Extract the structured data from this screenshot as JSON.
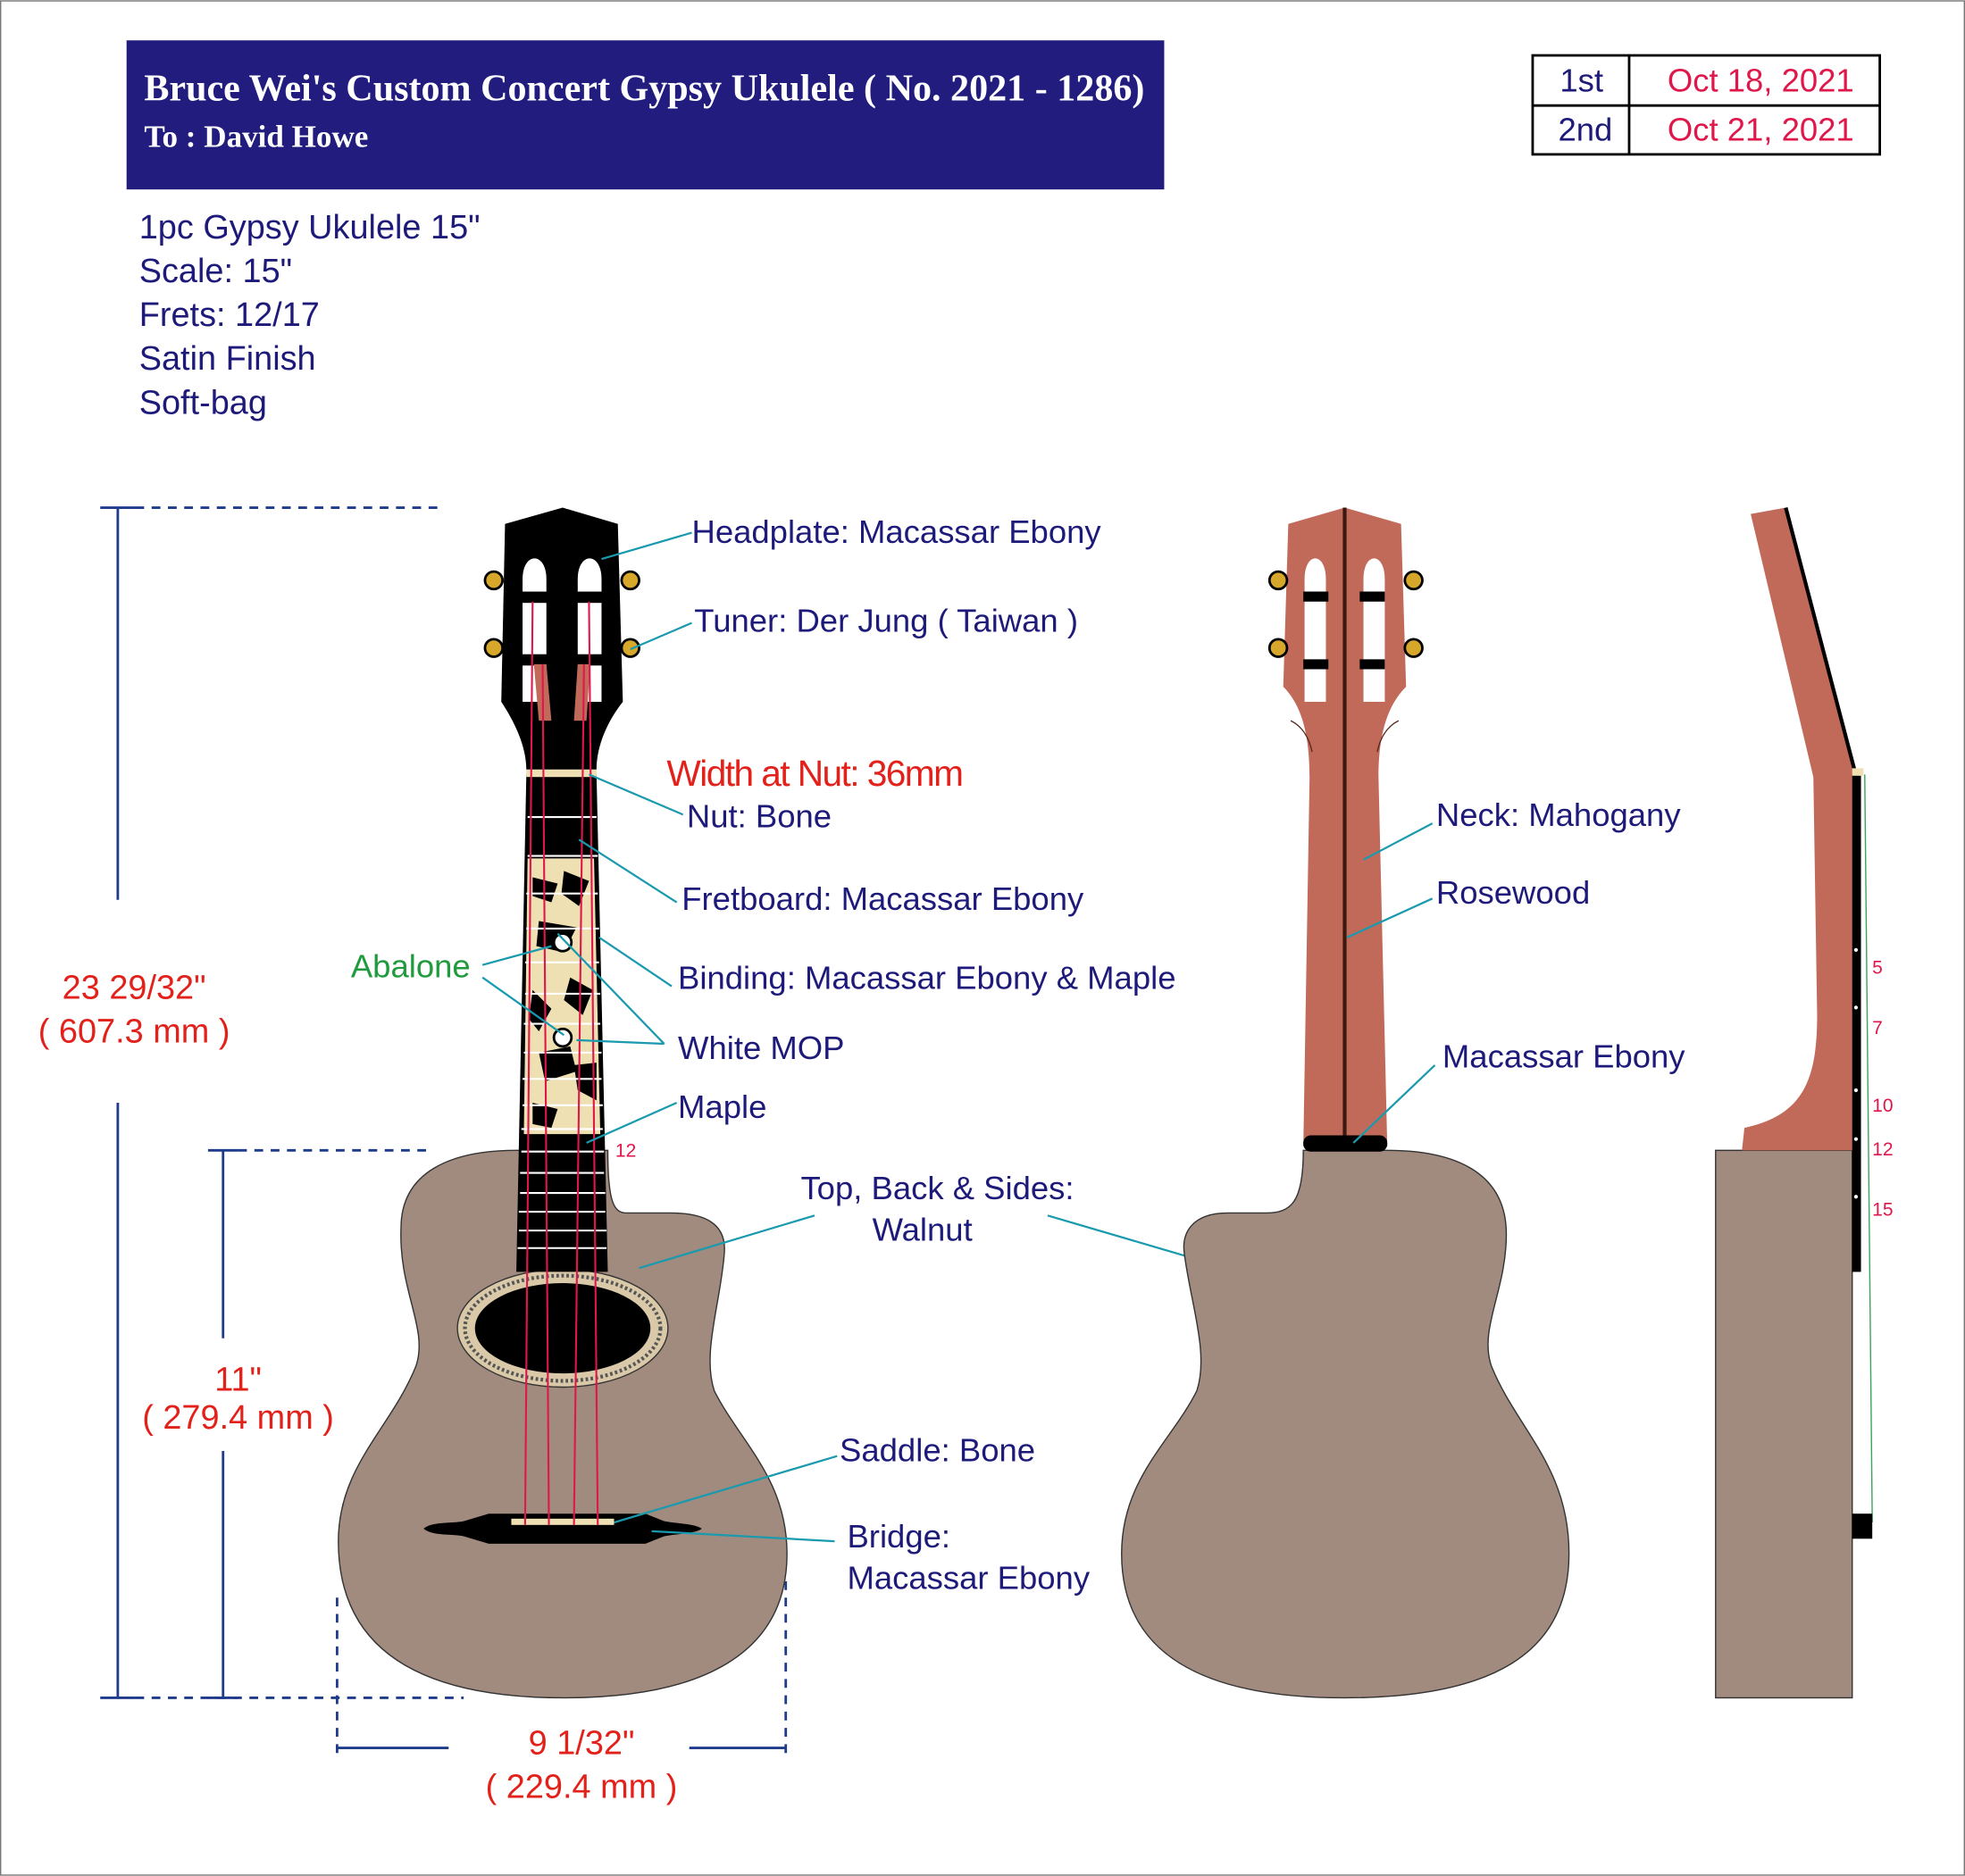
{
  "header": {
    "title": "Bruce Wei's Custom Concert Gypsy Ukulele ( No. 2021 - 1286)",
    "recipient": "To :  David Howe",
    "bg_color": "#211c7e"
  },
  "revisions": [
    {
      "label": "1st",
      "date": "Oct 18, 2021"
    },
    {
      "label": "2nd",
      "date": "Oct 21, 2021"
    }
  ],
  "specs": [
    "1pc Gypsy Ukulele 15\"",
    "Scale: 15\"",
    "Frets: 12/17",
    "Satin Finish",
    "Soft-bag"
  ],
  "dimensions": {
    "total_length": "23 29/32\"",
    "total_length_mm": "( 607.3 mm )",
    "body_length": "11\"",
    "body_length_mm": "( 279.4 mm )",
    "body_width": "9 1/32\"",
    "body_width_mm": "( 229.4 mm )",
    "nut_width": "Width at Nut: 36mm"
  },
  "front_labels": {
    "headplate": "Headplate: Macassar Ebony",
    "tuner": "Tuner: Der Jung ( Taiwan )",
    "nut": "Nut: Bone",
    "fretboard": "Fretboard: Macassar Ebony",
    "binding": "Binding: Macassar Ebony & Maple",
    "abalone": "Abalone",
    "white_mop": "White MOP",
    "maple": "Maple",
    "fret12": "12",
    "top_back_sides": "Top, Back & Sides:",
    "walnut": "Walnut",
    "saddle": "Saddle: Bone",
    "bridge": "Bridge:",
    "bridge_material": "Macassar Ebony"
  },
  "back_labels": {
    "neck": "Neck: Mahogany",
    "rosewood": "Rosewood",
    "heel": "Macassar Ebony"
  },
  "side_fret_numbers": [
    "5",
    "7",
    "10",
    "12",
    "15"
  ],
  "colors": {
    "navy": "#1d1a7a",
    "red": "#e3211b",
    "crimson": "#e0174a",
    "walnut": "#a18a7e",
    "mahogany": "#c26a59",
    "leader": "#1a9aaf",
    "abalone_green": "#1f9a3c"
  }
}
